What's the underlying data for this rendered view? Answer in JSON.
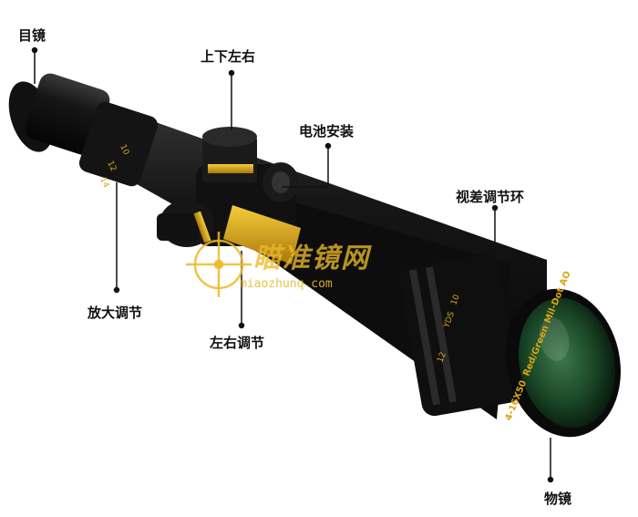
{
  "labels": {
    "eyepiece": "目镜",
    "elevation": "上下左右",
    "battery": "电池安装",
    "parallax": "视差调节环",
    "zoom": "放大调节",
    "windage": "左右调节",
    "objective": "物镜"
  },
  "watermark": {
    "chinese": "瞄准镜网",
    "url": "miaozhunq.com"
  },
  "scope_markings": {
    "objective_model": "4-16X50",
    "objective_reticle": "Red/Green Mil-Dot AO",
    "parallax_marks": [
      "10",
      "YDS",
      "12"
    ],
    "zoom_marks": [
      "12",
      "10",
      "14"
    ]
  },
  "colors": {
    "body": "#0c0c0c",
    "gold": "#d9a514",
    "lens": "#1d4a2c",
    "watermark": "#ecba28"
  }
}
